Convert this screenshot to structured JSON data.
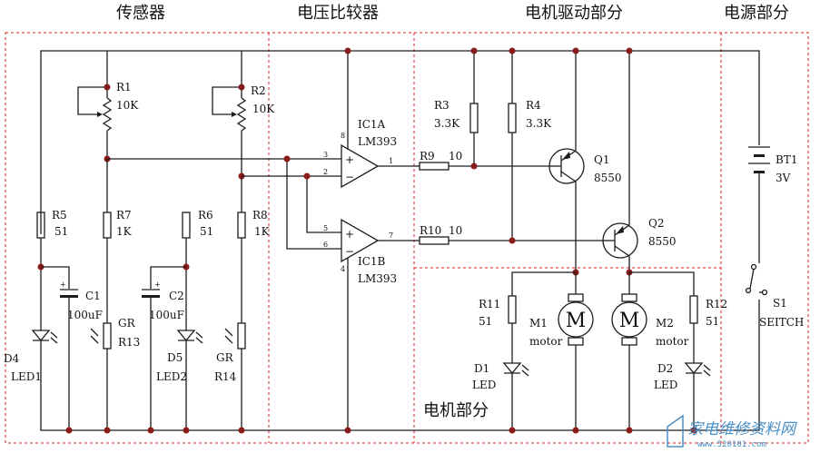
{
  "headers": {
    "sensor": "传感器",
    "comparator": "电压比较器",
    "drive": "电机驱动部分",
    "power": "电源部分",
    "motor": "电机部分"
  },
  "components": {
    "R1": {
      "ref": "R1",
      "value": "10K"
    },
    "R2": {
      "ref": "R2",
      "value": "10K"
    },
    "R3": {
      "ref": "R3",
      "value": "3.3K"
    },
    "R4": {
      "ref": "R4",
      "value": "3.3K"
    },
    "R5": {
      "ref": "R5",
      "value": "51"
    },
    "R6": {
      "ref": "R6",
      "value": "51"
    },
    "R7": {
      "ref": "R7",
      "value": "1K"
    },
    "R8": {
      "ref": "R8",
      "value": "1K"
    },
    "R9": {
      "ref": "R9",
      "value": "10"
    },
    "R10": {
      "ref": "R10",
      "value": "10"
    },
    "R11": {
      "ref": "R11",
      "value": "51"
    },
    "R12": {
      "ref": "R12",
      "value": "51"
    },
    "C1": {
      "ref": "C1",
      "value": "100uF"
    },
    "C2": {
      "ref": "C2",
      "value": "100uF"
    },
    "R13": {
      "ref": "R13",
      "type": "GR"
    },
    "R14": {
      "ref": "R14",
      "type": "GR"
    },
    "D4": {
      "ref": "D4",
      "type": "LED1"
    },
    "D5": {
      "ref": "D5",
      "type": "LED2"
    },
    "D1": {
      "ref": "D1",
      "type": "LED"
    },
    "D2": {
      "ref": "D2",
      "type": "LED"
    },
    "IC1A": {
      "ref": "IC1A",
      "part": "LM393"
    },
    "IC1B": {
      "ref": "IC1B",
      "part": "LM393"
    },
    "Q1": {
      "ref": "Q1",
      "part": "8550"
    },
    "Q2": {
      "ref": "Q2",
      "part": "8550"
    },
    "M1": {
      "ref": "M1",
      "type": "motor",
      "symbol": "M"
    },
    "M2": {
      "ref": "M2",
      "type": "motor",
      "symbol": "M"
    },
    "BT1": {
      "ref": "BT1",
      "value": "3V"
    },
    "S1": {
      "ref": "S1",
      "type": "SEITCH"
    }
  },
  "pins": {
    "ic1a_inplus": "3",
    "ic1a_inminus": "2",
    "ic1a_out": "1",
    "ic1a_vcc": "8",
    "ic1b_inplus": "5",
    "ic1b_inminus": "6",
    "ic1b_out": "7",
    "ic1b_gnd": "4",
    "plus": "+",
    "minus": "−",
    "cap_plus": "+"
  },
  "watermark": {
    "text": "家电维修资料网",
    "url": "www.520101.com"
  }
}
